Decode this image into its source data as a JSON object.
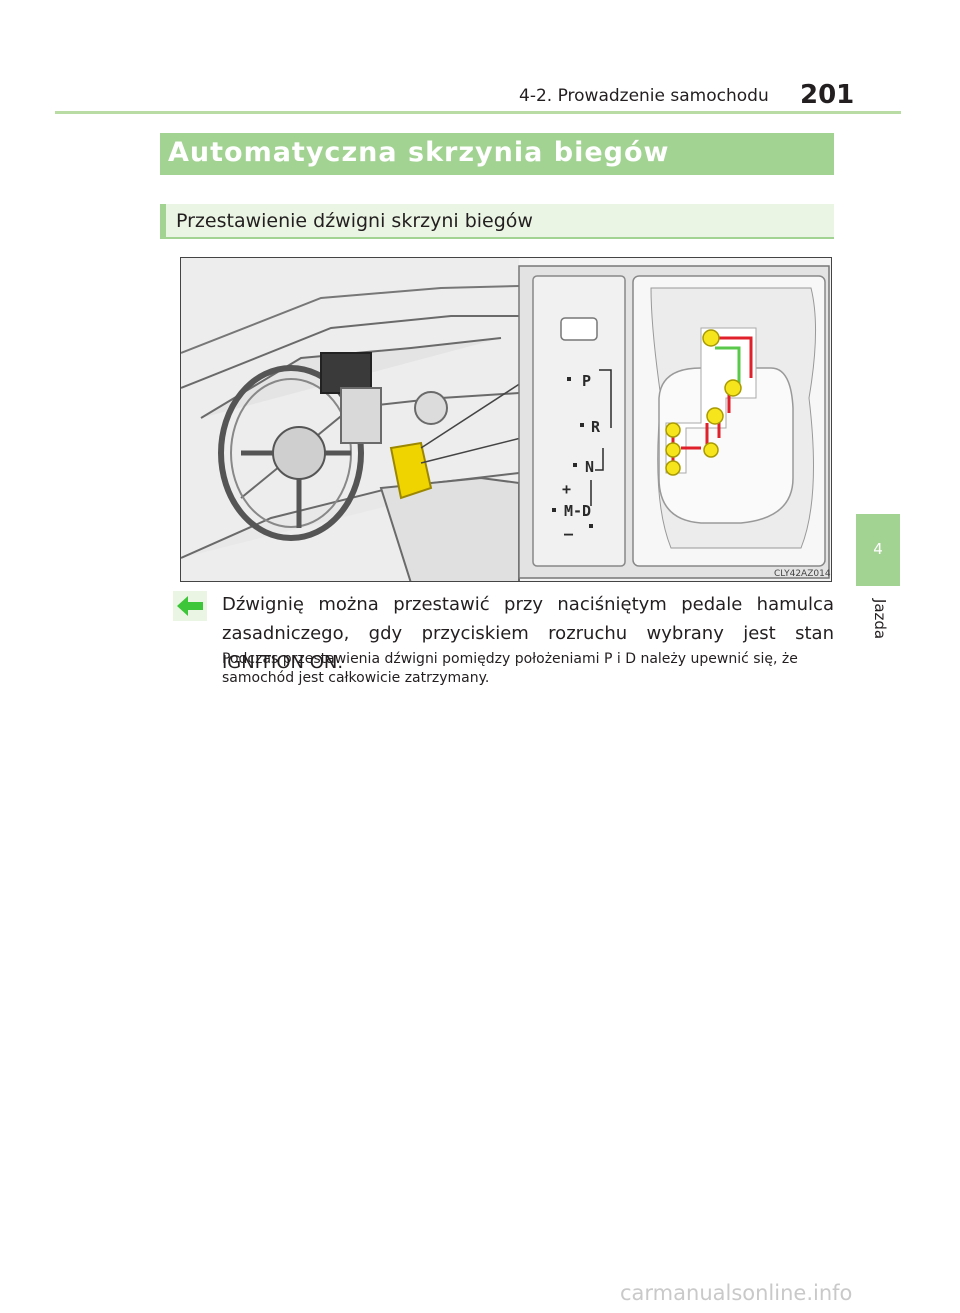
{
  "header": {
    "section": "4-2. Prowadzenie samochodu",
    "page_number": "201"
  },
  "title": "Automatyczna skrzynia biegów",
  "subtitle": "Przestawienie dźwigni skrzyni biegów",
  "figure": {
    "code": "CLY42AZ014",
    "gate_labels": {
      "p": "P",
      "r": "R",
      "n": "N",
      "d": "M-D",
      "plus": "+",
      "minus": "–"
    }
  },
  "side_tab": {
    "number": "4",
    "label": "Jazda"
  },
  "body": {
    "paragraph_1": "Dźwignię można przestawić przy naciśniętym pedale hamulca zasadniczego, gdy przyciskiem rozruchu wybrany jest stan IGNITION ON.",
    "paragraph_2": "Podczas przestawienia dźwigni pomiędzy położeniami P i D należy upewnić się, że samochód jest całkowicie zatrzymany."
  },
  "watermark": "carmanualsonline.info",
  "colors": {
    "accent_green": "#a3d393",
    "arrow_red": "#e0202a",
    "arrow_green": "#5ac84a",
    "dot_yellow": "#f6e51c"
  }
}
